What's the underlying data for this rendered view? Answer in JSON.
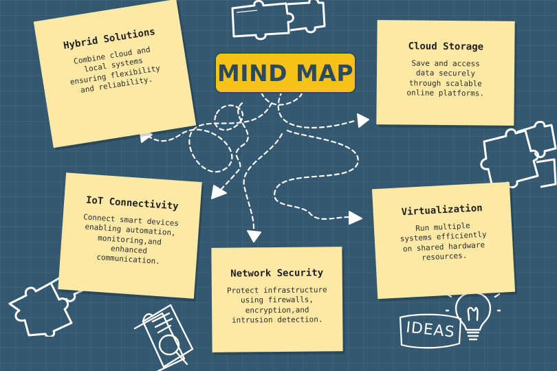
{
  "title": "MIND MAP",
  "colors": {
    "background": "#33586f",
    "title_fill": "#f6c21a",
    "title_text": "#2c4a5e",
    "note_fill": "#fde9a6",
    "doodle": "#ffffff"
  },
  "nodes": [
    {
      "id": "hybrid",
      "title": "Hybrid Solutions",
      "text": "Combine cloud and\nlocal systems\nensuring flexibility\nand reliability."
    },
    {
      "id": "cloud",
      "title": "Cloud Storage",
      "text": "Save and access\ndata securely\nthrough scalable\nonline platforms."
    },
    {
      "id": "iot",
      "title": "IoT Connectivity",
      "text": "Connect smart devices\nenabling automation,\nmonitoring,and\nenhanced\ncommunication."
    },
    {
      "id": "netsec",
      "title": "Network Security",
      "text": "Protect infrastructure\nusing firewalls,\nencryption,and\nintrusion detection."
    },
    {
      "id": "virt",
      "title": "Virtualization",
      "text": "Run multiple\nsystems efficiently\non shared hardware\nresources."
    }
  ],
  "decorations": {
    "ideas_label": "IDEAS",
    "icons": [
      "puzzle-piece-icon",
      "lightbulb-icon",
      "document-magnifier-icon"
    ]
  }
}
